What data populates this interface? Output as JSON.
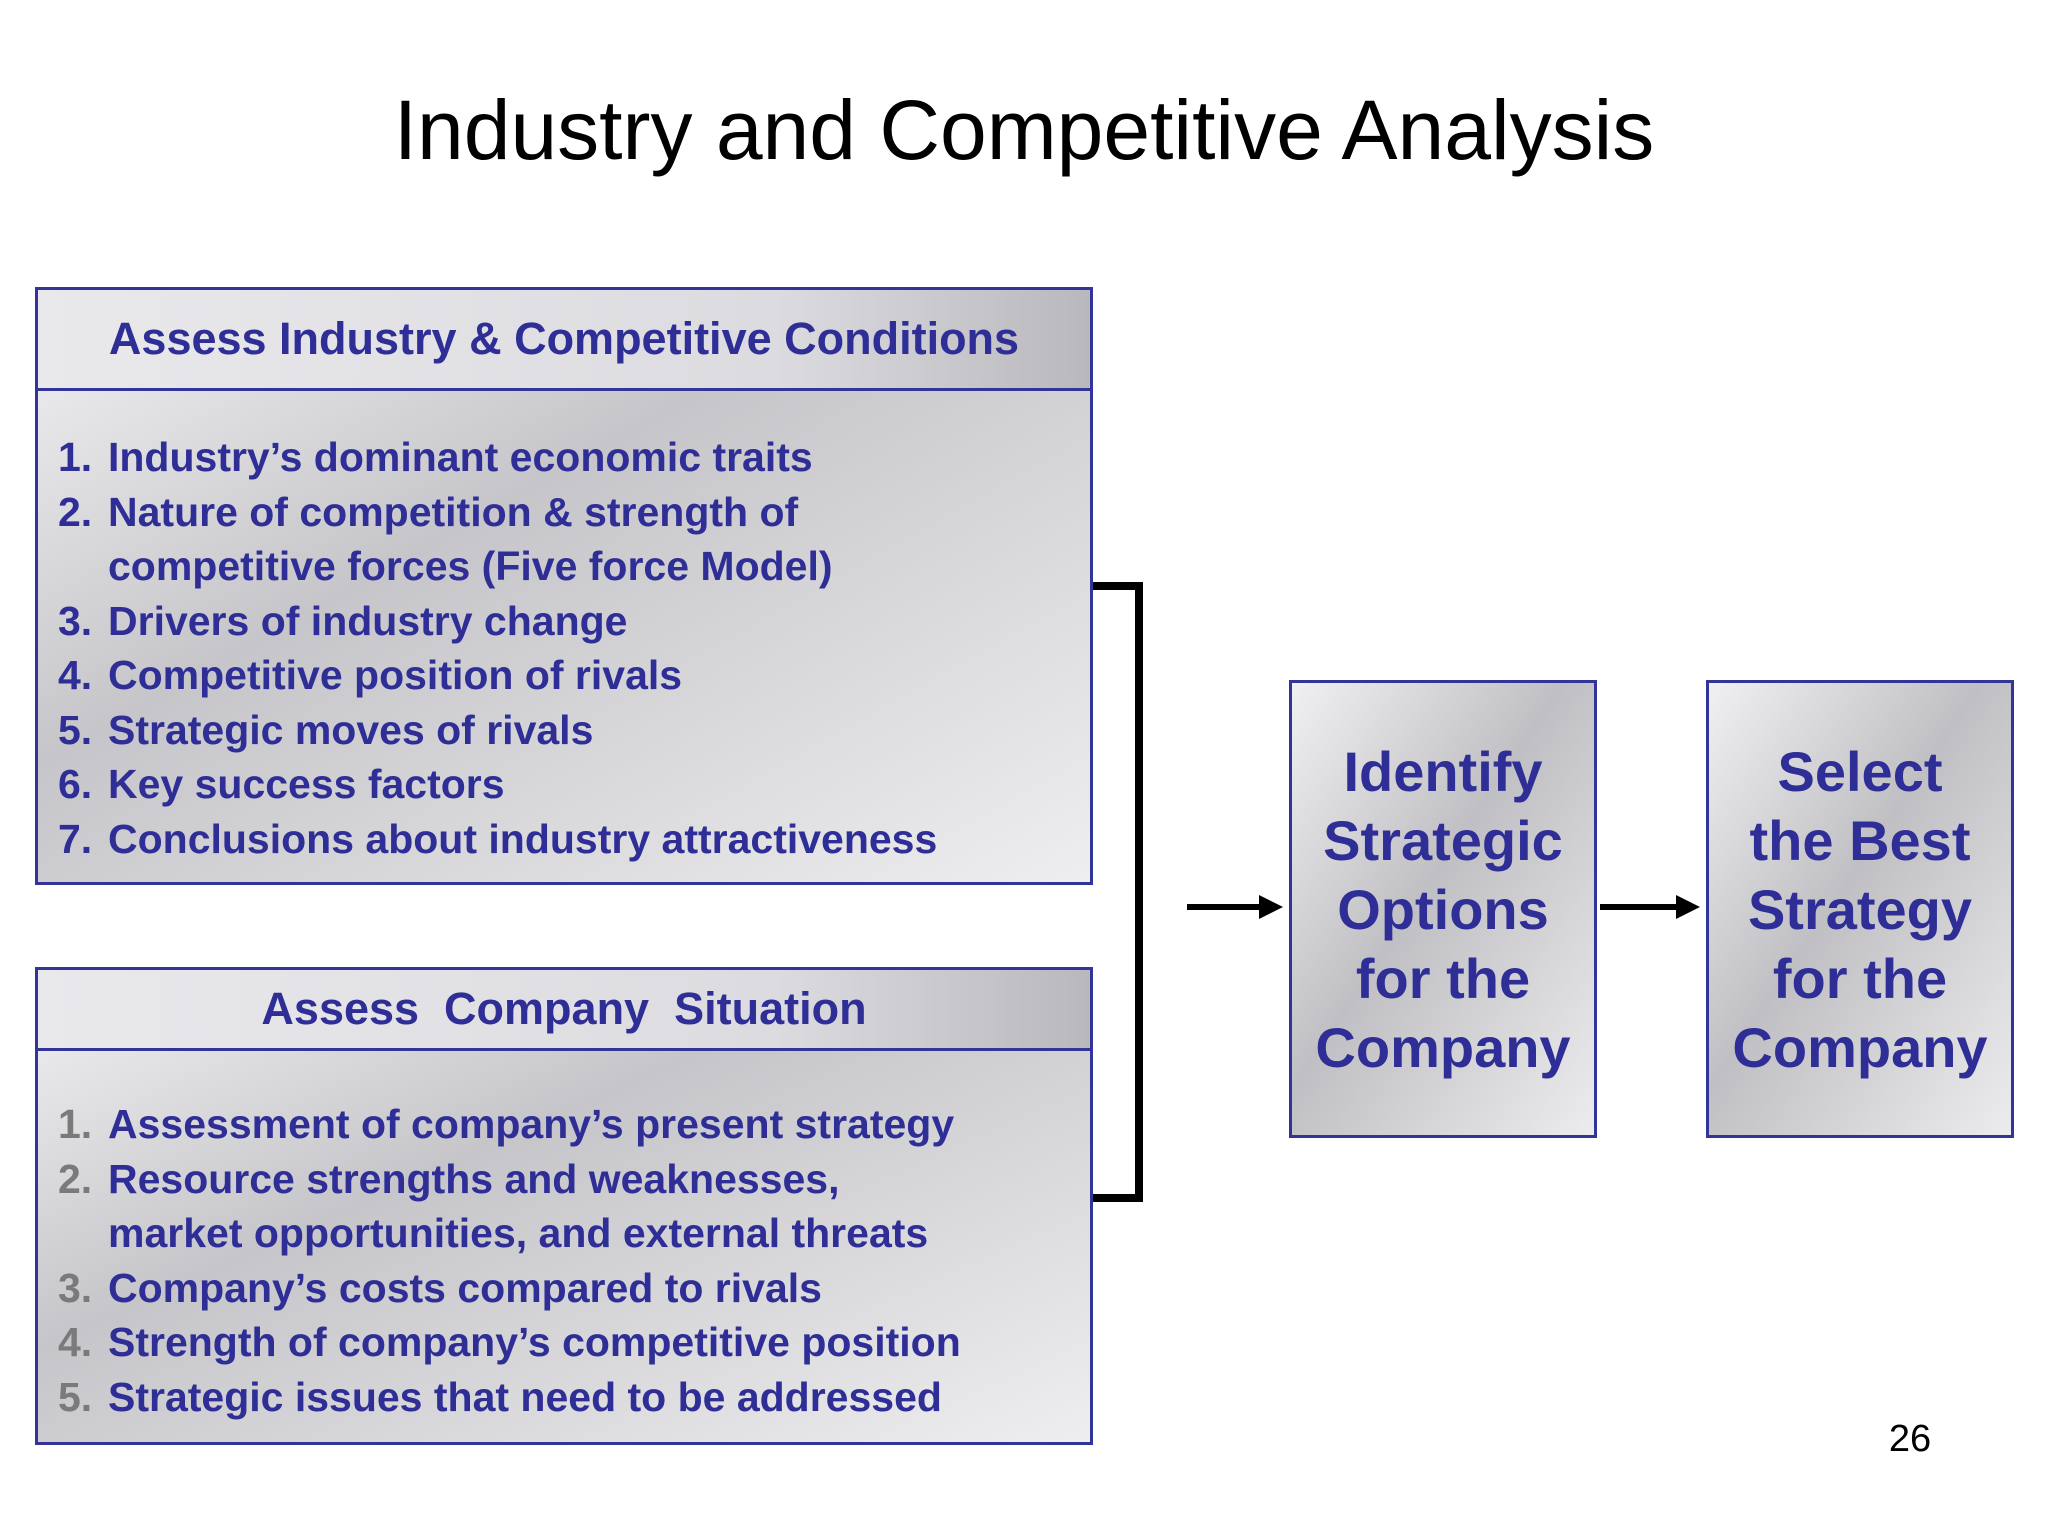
{
  "title": "Industry and Competitive Analysis",
  "industry_panel": {
    "header": "Assess Industry & Competitive Conditions",
    "items": [
      {
        "num": "1.",
        "text": "Industry’s dominant economic traits"
      },
      {
        "num": "2.",
        "text": "Nature of competition & strength of"
      },
      {
        "num": "",
        "text": "competitive forces (Five force Model)"
      },
      {
        "num": "3.",
        "text": "Drivers of industry change"
      },
      {
        "num": "4.",
        "text": "Competitive position of rivals"
      },
      {
        "num": "5.",
        "text": "Strategic moves of rivals"
      },
      {
        "num": "6.",
        "text": "Key success factors"
      },
      {
        "num": "7.",
        "text": "Conclusions about industry attractiveness"
      }
    ]
  },
  "company_panel": {
    "header": "Assess  Company  Situation",
    "items": [
      {
        "num": "1.",
        "text": "Assessment of company’s present strategy"
      },
      {
        "num": "2.",
        "text": "Resource strengths and weaknesses,"
      },
      {
        "num": "",
        "text": "market opportunities, and external threats"
      },
      {
        "num": "3.",
        "text": "Company’s costs compared to rivals"
      },
      {
        "num": "4.",
        "text": "Strength of company’s competitive position"
      },
      {
        "num": "5.",
        "text": "Strategic issues that need to be addressed"
      }
    ]
  },
  "options_box": {
    "text": "Identify\nStrategic\nOptions\nfor the\nCompany"
  },
  "select_box": {
    "text": "Select\nthe Best\nStrategy\nfor the\nCompany"
  },
  "page_number": "26",
  "colors": {
    "text_blue": "#2e2e96",
    "border_blue": "#33339a",
    "numbering_gray": "#7a7a7a"
  }
}
